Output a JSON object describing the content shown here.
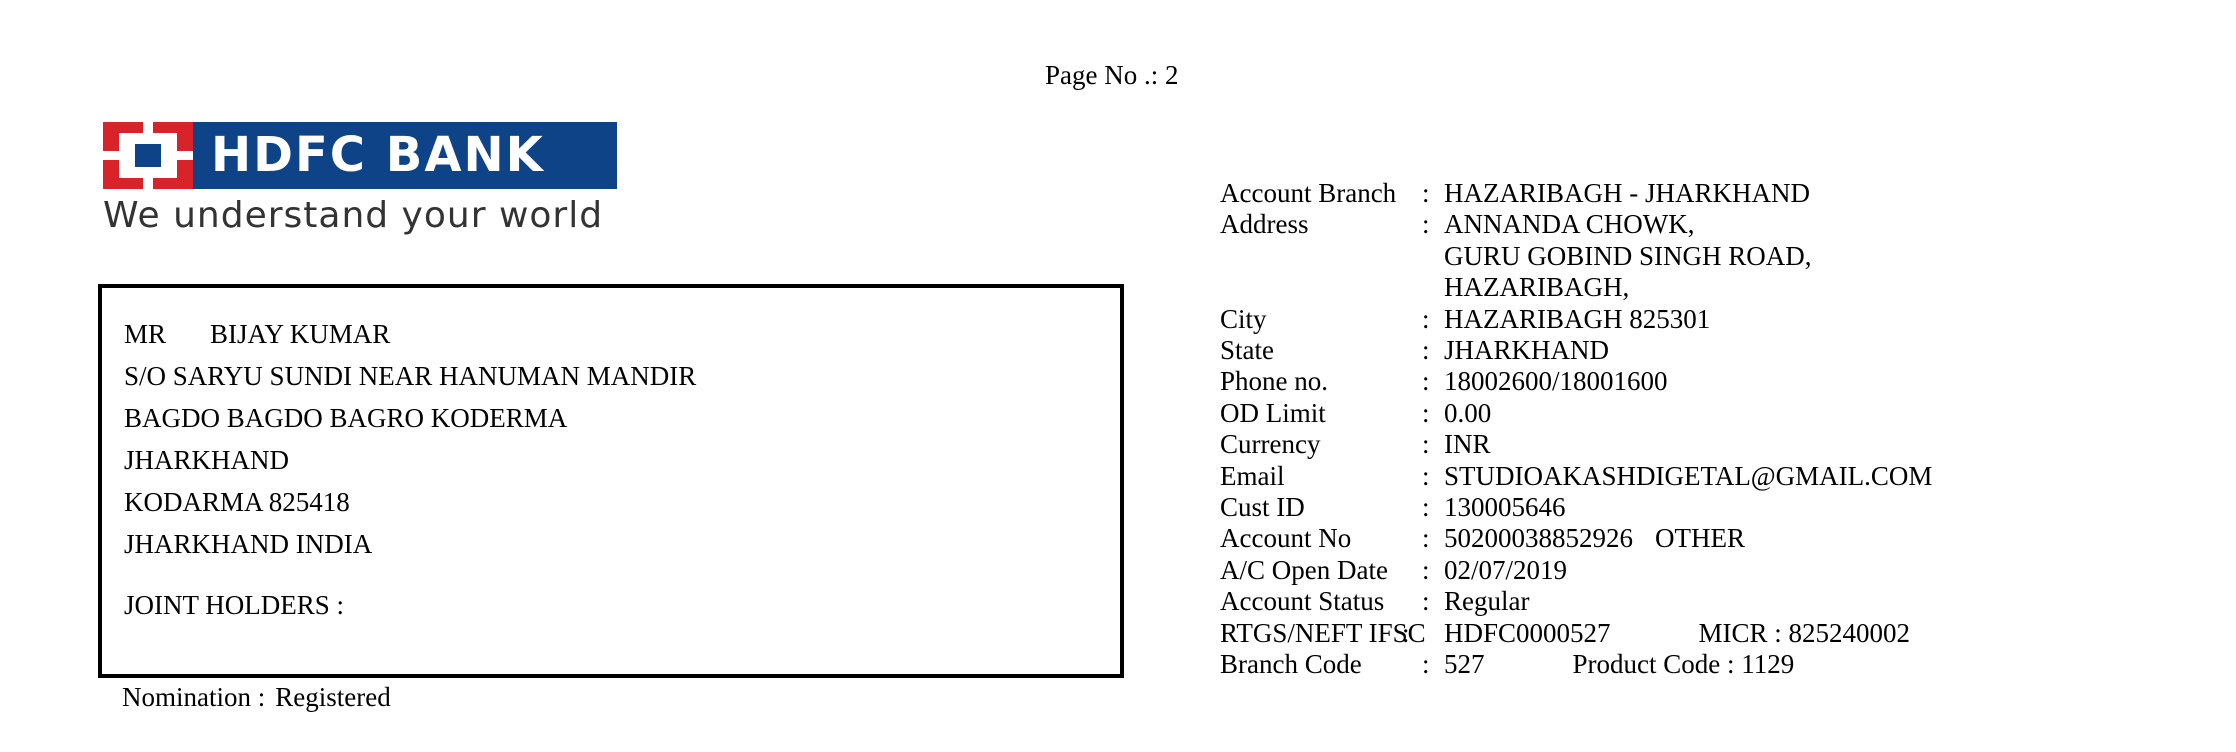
{
  "page_no": "Page No .: 2",
  "logo": {
    "bank_name": "HDFC BANK",
    "tagline": "We understand your world"
  },
  "customer": {
    "salutation": "MR",
    "name": "BIJAY KUMAR",
    "address_lines": [
      "S/O SARYU SUNDI NEAR HANUMAN MANDIR",
      "BAGDO BAGDO BAGRO KODERMA",
      "JHARKHAND",
      "KODARMA 825418",
      "JHARKHAND INDIA"
    ],
    "joint_holders_label": "JOINT HOLDERS :"
  },
  "nomination": {
    "label": "Nomination :",
    "value": "Registered"
  },
  "account_info": {
    "branch_label": "Account Branch",
    "branch": "HAZARIBAGH - JHARKHAND",
    "address_label": "Address",
    "address_lines": [
      "ANNANDA CHOWK,",
      "GURU GOBIND SINGH ROAD,",
      "HAZARIBAGH,"
    ],
    "city_label": "City",
    "city": "HAZARIBAGH 825301",
    "state_label": "State",
    "state": "JHARKHAND",
    "phone_label": "Phone no.",
    "phone": "18002600/18001600",
    "od_limit_label": "OD Limit",
    "od_limit": "0.00",
    "currency_label": "Currency",
    "currency": "INR",
    "email_label": "Email",
    "email": "STUDIOAKASHDIGETAL@GMAIL.COM",
    "cust_id_label": "Cust ID",
    "cust_id": "130005646",
    "account_no_label": "Account No",
    "account_no": "50200038852926",
    "account_type": "OTHER",
    "open_date_label": "A/C Open Date",
    "open_date": "02/07/2019",
    "status_label": "Account Status",
    "status": "Regular",
    "ifsc_label": "RTGS/NEFT IFSC",
    "ifsc": "HDFC0000527",
    "micr_text": "MICR : 825240002",
    "branch_code_label": "Branch Code",
    "branch_code": "527",
    "product_code_text": "Product Code : 1129"
  }
}
